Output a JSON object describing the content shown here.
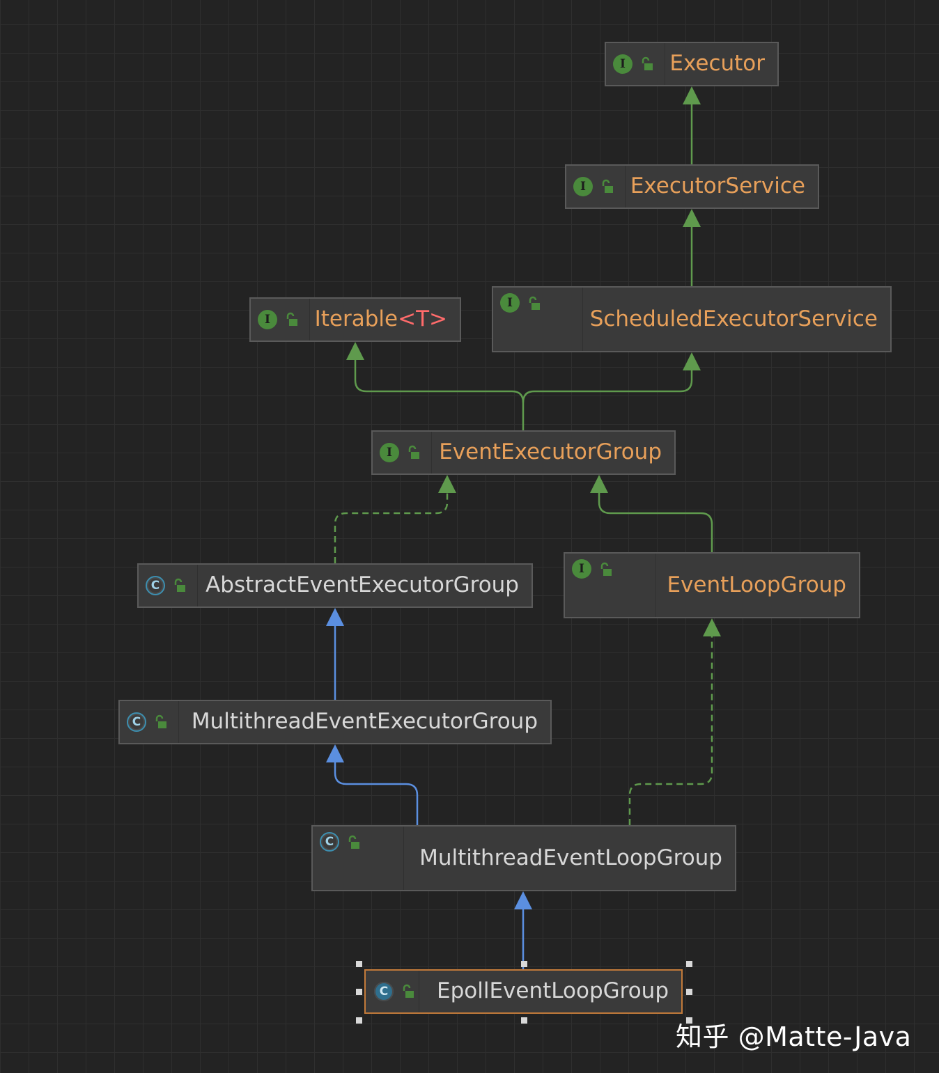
{
  "diagram": {
    "nodes": [
      {
        "key": "executor",
        "kind": "interface",
        "name": "Executor",
        "type_param": ""
      },
      {
        "key": "executorservice",
        "kind": "interface",
        "name": "ExecutorService",
        "type_param": ""
      },
      {
        "key": "iterable",
        "kind": "interface",
        "name": "Iterable",
        "type_param": "<T>"
      },
      {
        "key": "scheduledexecutorservice",
        "kind": "interface",
        "name": "ScheduledExecutorService",
        "type_param": ""
      },
      {
        "key": "eventexecutorgroup",
        "kind": "interface",
        "name": "EventExecutorGroup",
        "type_param": ""
      },
      {
        "key": "abstracteventexecutorgroup",
        "kind": "abstract-class",
        "name": "AbstractEventExecutorGroup",
        "type_param": ""
      },
      {
        "key": "eventloopgroup",
        "kind": "interface",
        "name": "EventLoopGroup",
        "type_param": ""
      },
      {
        "key": "multithreadeventexecutorgroup",
        "kind": "abstract-class",
        "name": "MultithreadEventExecutorGroup",
        "type_param": ""
      },
      {
        "key": "multithreadeventloopgroup",
        "kind": "abstract-class",
        "name": "MultithreadEventLoopGroup",
        "type_param": ""
      },
      {
        "key": "epolleventloopgroup",
        "kind": "class",
        "name": "EpollEventLoopGroup",
        "type_param": "",
        "selected": true
      }
    ],
    "edges": [
      {
        "from": "executorservice",
        "to": "executor",
        "relation": "extends"
      },
      {
        "from": "scheduledexecutorservice",
        "to": "executorservice",
        "relation": "extends"
      },
      {
        "from": "eventexecutorgroup",
        "to": "iterable",
        "relation": "extends"
      },
      {
        "from": "eventexecutorgroup",
        "to": "scheduledexecutorservice",
        "relation": "extends"
      },
      {
        "from": "abstracteventexecutorgroup",
        "to": "eventexecutorgroup",
        "relation": "implements"
      },
      {
        "from": "eventloopgroup",
        "to": "eventexecutorgroup",
        "relation": "extends"
      },
      {
        "from": "multithreadeventexecutorgroup",
        "to": "abstracteventexecutorgroup",
        "relation": "class-extends"
      },
      {
        "from": "multithreadeventloopgroup",
        "to": "multithreadeventexecutorgroup",
        "relation": "class-extends"
      },
      {
        "from": "multithreadeventloopgroup",
        "to": "eventloopgroup",
        "relation": "implements"
      },
      {
        "from": "epolleventloopgroup",
        "to": "multithreadeventloopgroup",
        "relation": "class-extends"
      }
    ],
    "badges": {
      "interface_letter": "I",
      "class_letter": "C"
    }
  },
  "colors": {
    "background": "#232323",
    "interface_text": "#e8a05a",
    "class_text": "#d8d8d8",
    "type_param_text": "#ff6b6b",
    "interface_edge": "#5f9a4d",
    "class_edge": "#5b8fe0",
    "selection_border": "#c27a3a"
  },
  "watermark": "知乎 @Matte-Java"
}
